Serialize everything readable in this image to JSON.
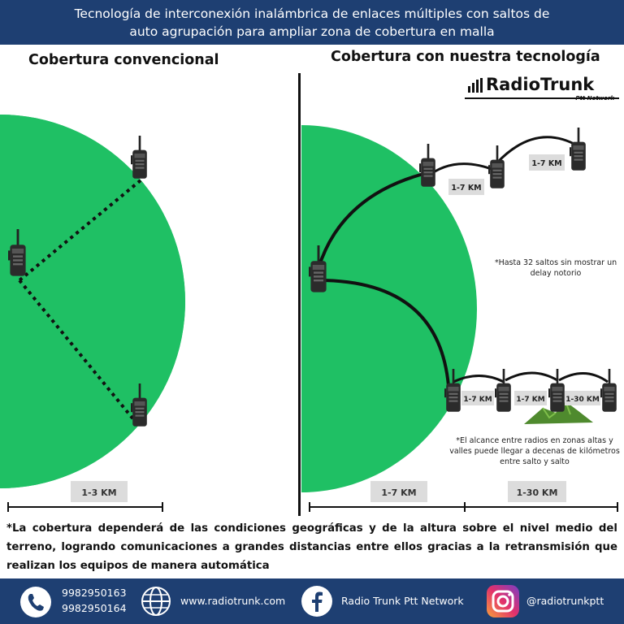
{
  "header": {
    "line1": "Tecnología de interconexión inalámbrica de enlaces múltiples con saltos de",
    "line2": "auto agrupación para ampliar zona de cobertura en malla"
  },
  "left": {
    "title": "Cobertura convencional",
    "range_label": "1-3 KM"
  },
  "right": {
    "title": "Cobertura con nuestra tecnología",
    "logo_name": "RadioTrunk",
    "logo_sub": "Ptt Network",
    "hop_label_top_1": "1-7 KM",
    "hop_label_top_2": "1-7 KM",
    "hop_label_bottom_1": "1-7 KM",
    "hop_label_bottom_2": "1-7 KM",
    "hop_label_bottom_3": "1-30 KM",
    "note_hops": "*Hasta 32 saltos sin mostrar un delay notorio",
    "note_range": "*El alcance entre radios en zonas altas y valles puede llegar a decenas de kilómetros entre salto y salto",
    "range_label_1": "1-7 KM",
    "range_label_2": "1-30 KM"
  },
  "footnote": "*La cobertura dependerá de las condiciones geográficas y de la altura sobre el nivel medio del terreno, logrando comunicaciones a grandes distancias entre ellos gracias a la retransmisión que realizan los equipos de manera automática",
  "footer": {
    "phone1": "9982950163",
    "phone2": "9982950164",
    "website": "www.radiotrunk.com",
    "facebook": "Radio Trunk  Ptt Network",
    "instagram": "@radiotrunkptt"
  },
  "colors": {
    "coverage_green": "#1fc064",
    "header_blue": "#1e3f72",
    "label_box": "#dcdcdc"
  }
}
